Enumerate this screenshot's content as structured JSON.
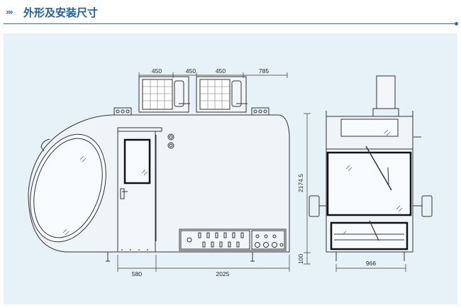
{
  "header": {
    "chevrons": "›››",
    "title": "外形及安装尺寸"
  },
  "drawing": {
    "top_dims": [
      "450",
      "450",
      "450",
      "785"
    ],
    "bottom_dims": [
      "580",
      "2025"
    ],
    "height_dims": [
      "2174.5",
      "100"
    ],
    "side_width_dim": "966"
  },
  "colors": {
    "accent": "#1f5fa8",
    "panel_bg": "#e7f2f8",
    "line": "#333333",
    "frame": "#111111"
  }
}
